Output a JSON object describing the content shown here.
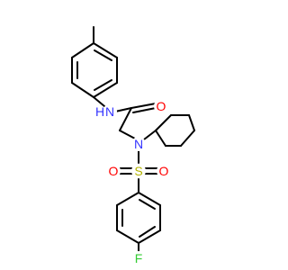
{
  "structure": {
    "atom_labels": {
      "amide_nh": "N",
      "amide_h": "H",
      "carbonyl_o": "O",
      "sulfonamide_n": "N",
      "sulfur": "S",
      "sulfonyl_o_left": "O",
      "sulfonyl_o_right": "O",
      "fluorine": "F"
    }
  },
  "colors": {
    "bond": "#000000",
    "nitrogen": "#3333ff",
    "oxygen": "#ff0000",
    "sulfur": "#b3b300",
    "fluorine": "#33cc33"
  }
}
